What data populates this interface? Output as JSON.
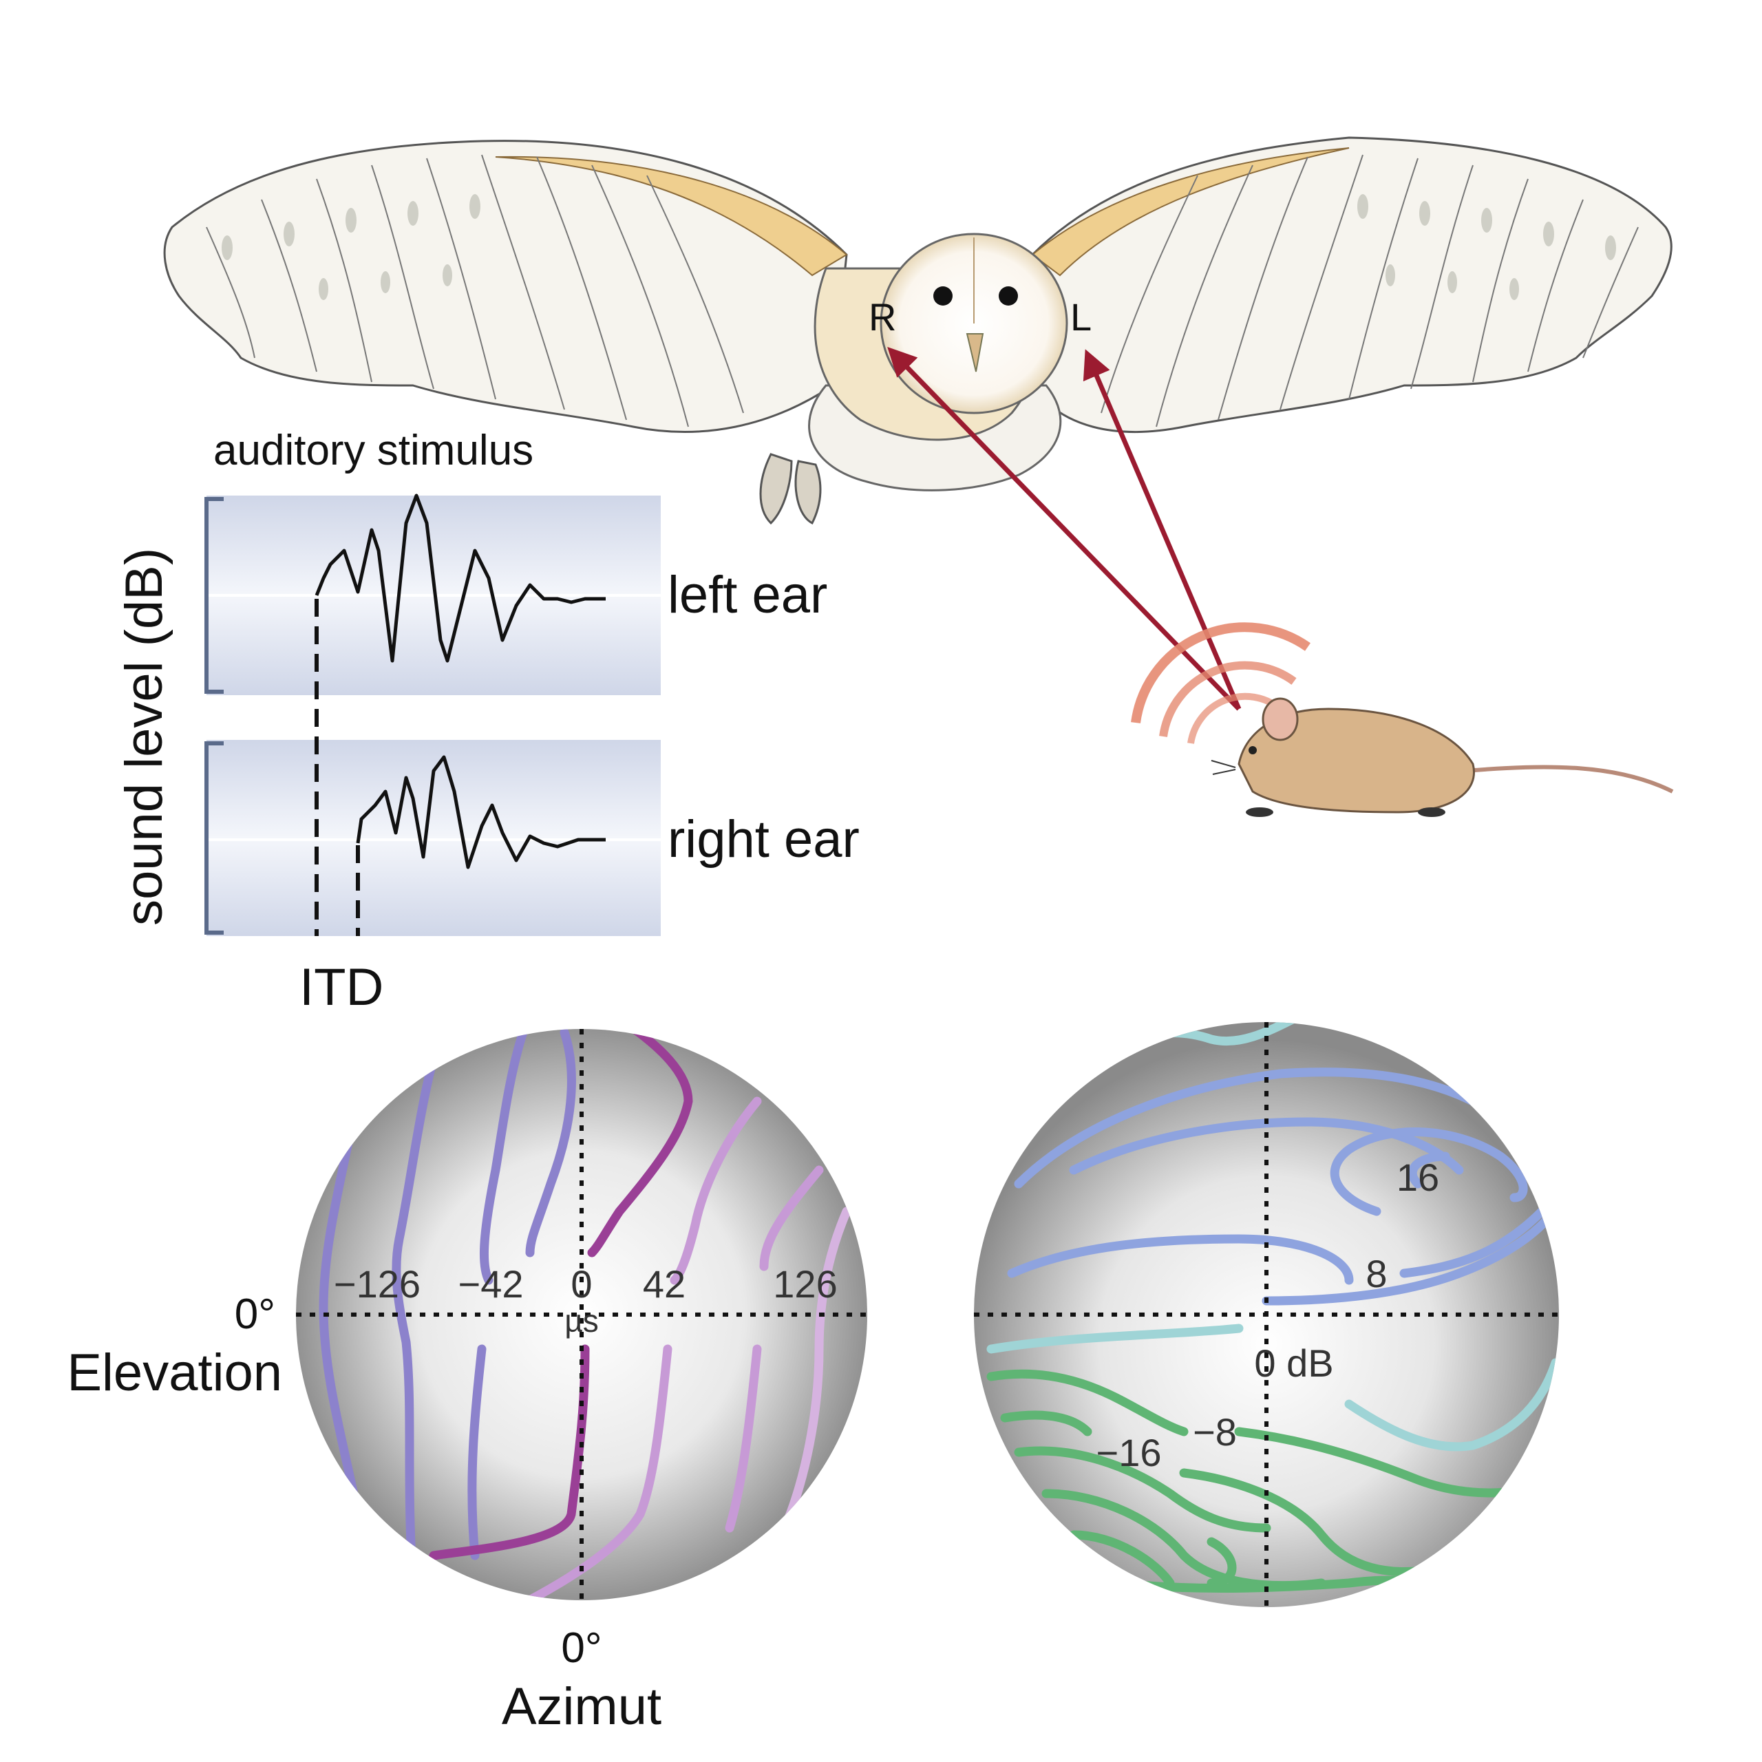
{
  "labels": {
    "owl_right_ear": "R",
    "owl_left_ear": "L",
    "stimulus_title": "auditory stimulus",
    "y_axis": "sound level (dB)",
    "left_ear": "left ear",
    "right_ear": "right ear",
    "itd": "ITD",
    "elevation_zero": "0°",
    "elevation": "Elevation",
    "azimuth_zero": "0°",
    "azimuth": "Azimut"
  },
  "itd_map": {
    "unit": "µs",
    "contour_labels": [
      "−126",
      "−42",
      "0",
      "42",
      "126"
    ],
    "colors": [
      "#8c82cc",
      "#8c82cc",
      "#8c82cc",
      "#9a3f96",
      "#c79ad6",
      "#c79ad6",
      "#d6b3e0"
    ]
  },
  "ild_map": {
    "unit": "0 dB",
    "contour_labels": [
      "16",
      "8",
      "−8",
      "−16"
    ],
    "colors": {
      "positive": "#8ea3df",
      "zero": "#9fd4d6",
      "negative": "#5fb574"
    }
  },
  "colors": {
    "arrow": "#9b1b30",
    "sound_waves": "#e58a70",
    "owl_body": "#efd49e",
    "mouse": "#d8b48a",
    "trace_bg": "#dde3f0"
  }
}
